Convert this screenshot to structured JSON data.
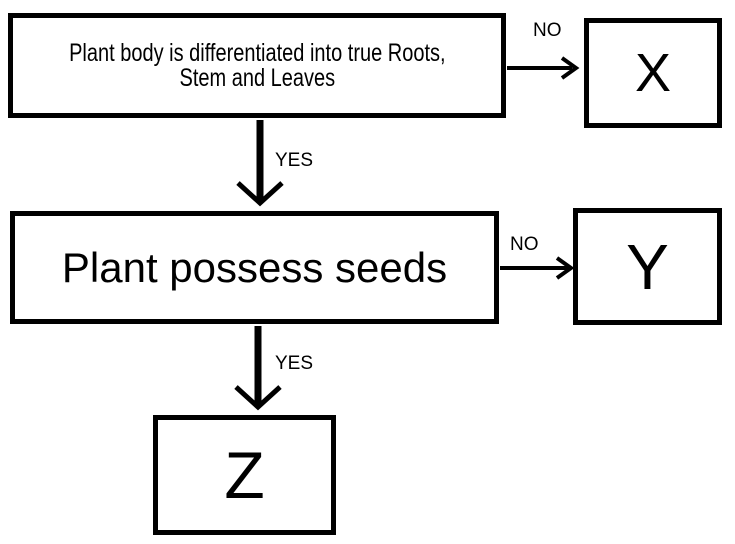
{
  "nodes": {
    "question_1": "Plant body is differentiated into true Roots,\nStem and Leaves",
    "question_2": "Plant possess seeds",
    "x": "X",
    "y": "Y",
    "z": "Z"
  },
  "edges": {
    "q1_no": "NO",
    "q1_yes": "YES",
    "q2_no": "NO",
    "q2_yes": "YES"
  }
}
